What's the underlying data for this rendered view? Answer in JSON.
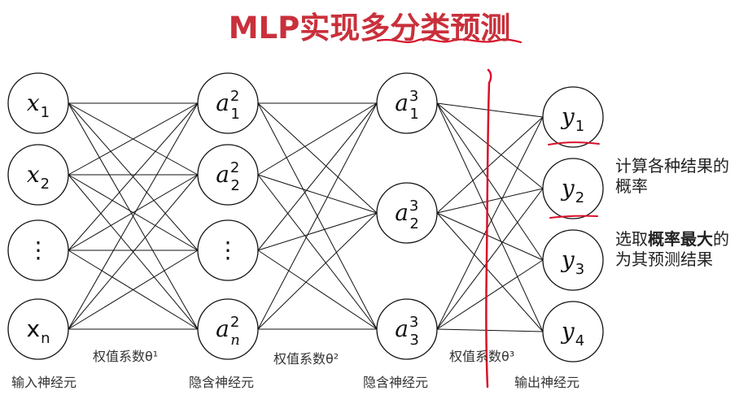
{
  "title": "MLP实现多分类预测",
  "layers": [
    {
      "name": "输入神经元",
      "nodes": [
        "x1",
        "x2",
        "⋮",
        "xn"
      ]
    },
    {
      "name": "隐含神经元",
      "nodes": [
        "a1^2",
        "a2^2",
        "⋮",
        "an^2"
      ]
    },
    {
      "name": "隐含神经元",
      "nodes": [
        "a1^3",
        "a2^3",
        "a3^3"
      ]
    },
    {
      "name": "输出神经元",
      "nodes": [
        "y1",
        "y2",
        "y3",
        "y4"
      ]
    }
  ],
  "weights": [
    "权值系数θ¹",
    "权值系数θ²",
    "权值系数θ³"
  ],
  "notes": {
    "note1": "计算各种结果的概率",
    "note2_pre": "选取",
    "note2_bold": "概率最大",
    "note2_post": "的为其预测结果"
  },
  "colors": {
    "title": "#c9303b",
    "annotation": "#d8102a",
    "lines": "#111111"
  }
}
